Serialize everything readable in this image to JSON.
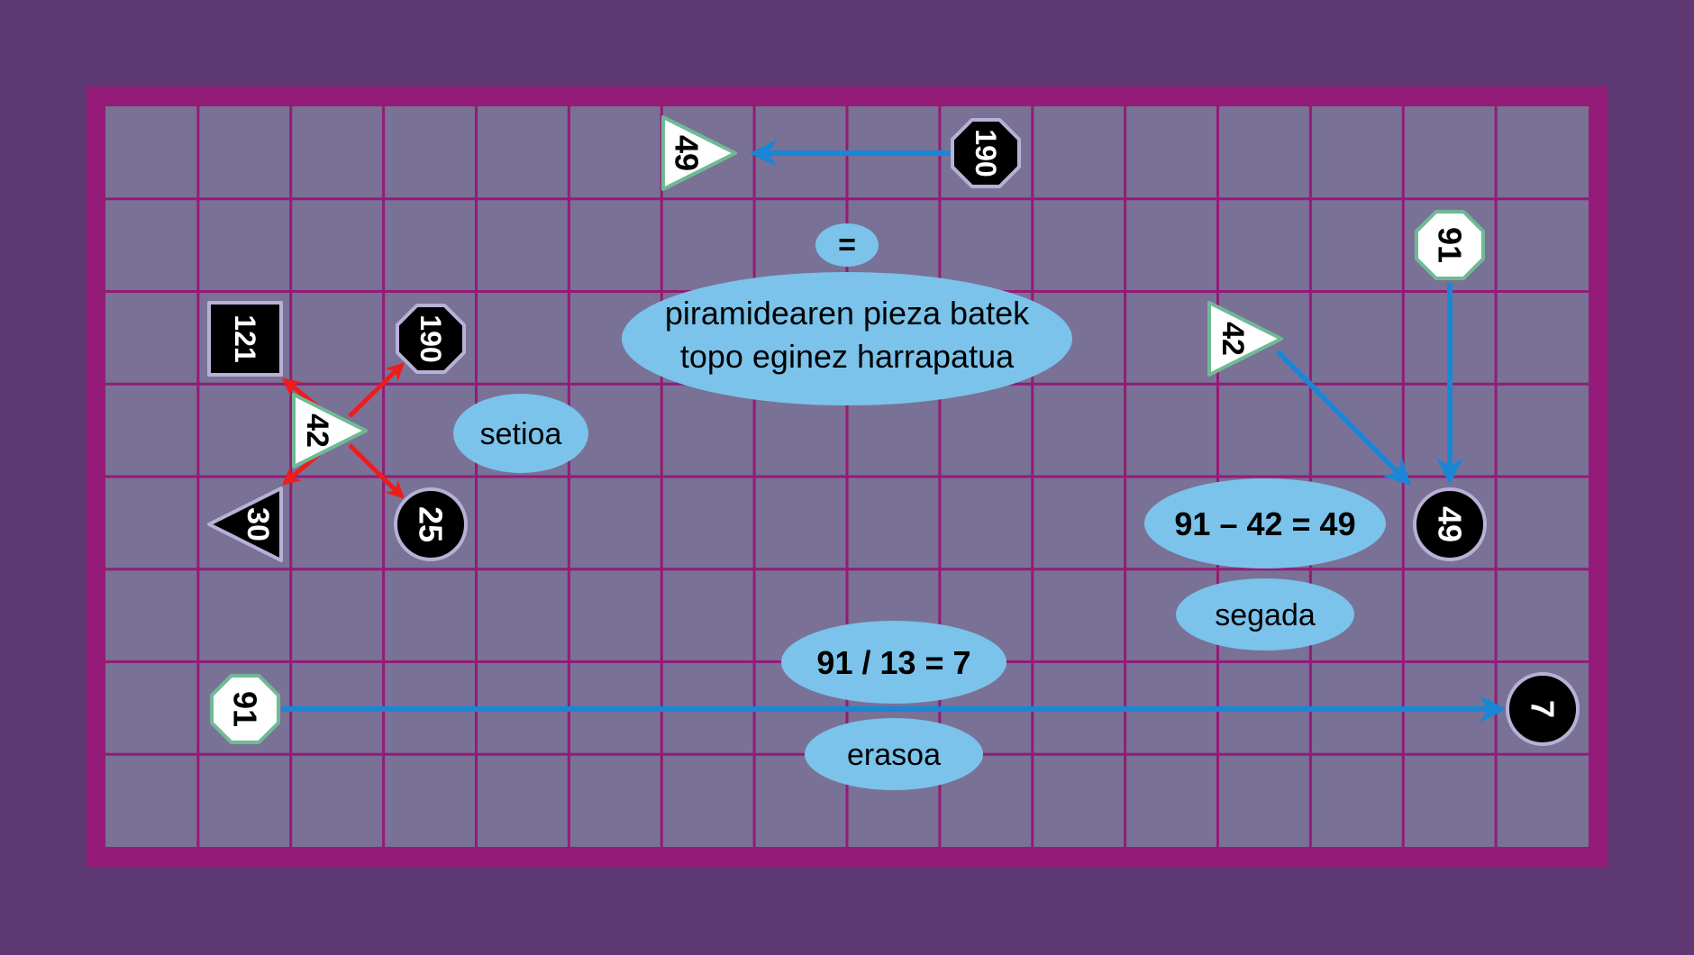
{
  "colors": {
    "background": "#5e3873",
    "frame": "#941b77",
    "board": "#7a7196",
    "grid": "#941b77",
    "white_piece": "#ffffff",
    "white_piece_stroke": "#6fba94",
    "black_piece": "#000000",
    "black_piece_stroke": "#b9b0d6",
    "blue_arrow": "#1a86d6",
    "red_arrow": "#ef1c1c",
    "ellipse": "#7bc3ea"
  },
  "board": {
    "columns": 16,
    "rows": 8
  },
  "pieces": [
    {
      "id": "w-tri-49-top",
      "shape": "triangle",
      "color": "white",
      "value": "49"
    },
    {
      "id": "b-oct-190-top",
      "shape": "octagon",
      "color": "black",
      "value": "190"
    },
    {
      "id": "w-oct-91-right",
      "shape": "octagon",
      "color": "white",
      "value": "91"
    },
    {
      "id": "b-sq-121",
      "shape": "square",
      "color": "black",
      "value": "121"
    },
    {
      "id": "b-oct-190-left",
      "shape": "octagon",
      "color": "black",
      "value": "190"
    },
    {
      "id": "w-tri-42-left",
      "shape": "triangle",
      "color": "white",
      "value": "42"
    },
    {
      "id": "b-tri-30",
      "shape": "triangle",
      "color": "black",
      "value": "30"
    },
    {
      "id": "b-circ-25",
      "shape": "circle",
      "color": "black",
      "value": "25"
    },
    {
      "id": "w-tri-42-right",
      "shape": "triangle",
      "color": "white",
      "value": "42"
    },
    {
      "id": "b-circ-49",
      "shape": "circle",
      "color": "black",
      "value": "49"
    },
    {
      "id": "w-oct-91-bottom",
      "shape": "octagon",
      "color": "white",
      "value": "91"
    },
    {
      "id": "b-circ-7",
      "shape": "circle",
      "color": "black",
      "value": "7"
    }
  ],
  "labels": {
    "equals": "=",
    "pyramid_line1": "piramidearen pieza batek",
    "pyramid_line2": "topo eginez harrapatua",
    "siege": "setioa",
    "subtraction": "91 – 42 = 49",
    "reaping": "segada",
    "division": "91 / 13 = 7",
    "attack": "erasoa"
  }
}
